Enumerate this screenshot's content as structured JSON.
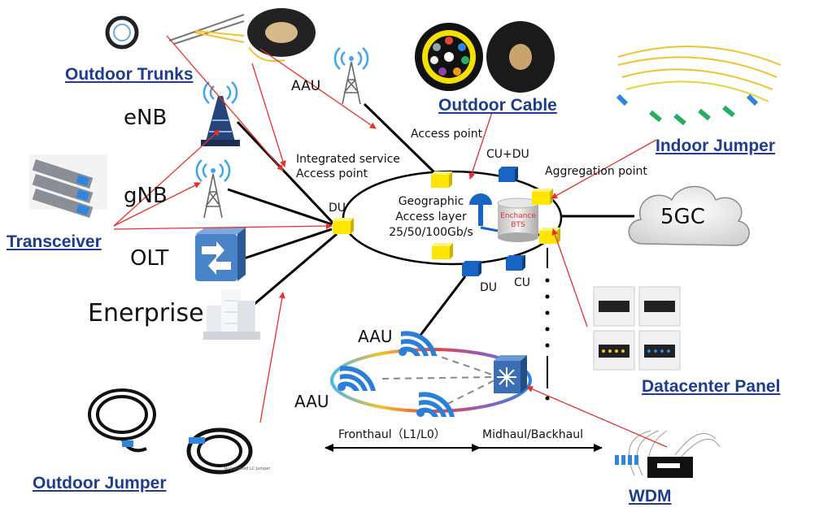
{
  "products": {
    "outdoor_trunks": "Outdoor Trunks",
    "outdoor_cable": "Outdoor Cable",
    "indoor_jumper": "Indoor Jumper",
    "transceiver": "Transceiver",
    "datacenter_panel": "Datacenter Panel",
    "outdoor_jumper": "Outdoor Jumper",
    "wdm": "WDM"
  },
  "nodes": {
    "enb": "eNB",
    "gnb": "gNB",
    "olt": "OLT",
    "enterprise": "Enerprise",
    "aau_top": "AAU",
    "aau_ring_1": "AAU",
    "aau_ring_2": "AAU",
    "du_left": "DU",
    "du_bottom": "DU",
    "cu_du": "CU+DU",
    "cu": "CU",
    "fivegc": "5GC"
  },
  "labels": {
    "access_point": "Access point",
    "integrated_line1": "Integrated service",
    "integrated_line2": "Access point",
    "aggregation_point": "Aggregation point",
    "ring_line1": "Geographic",
    "ring_line2": "Access layer",
    "ring_line3": "25/50/100Gb/s",
    "bts_line1": "Enchance",
    "bts_line2": "BTS",
    "fronthaul": "Fronthaul（L1/L0）",
    "midhaul": "Midhaul/Backhaul",
    "jumper_tag": "Ruggedized LC Jumper"
  },
  "colors": {
    "title_blue": "#1f3d8f",
    "arrow_red": "#e8302c",
    "node_yellow": "#ffe600",
    "node_blue": "#1764c4"
  }
}
